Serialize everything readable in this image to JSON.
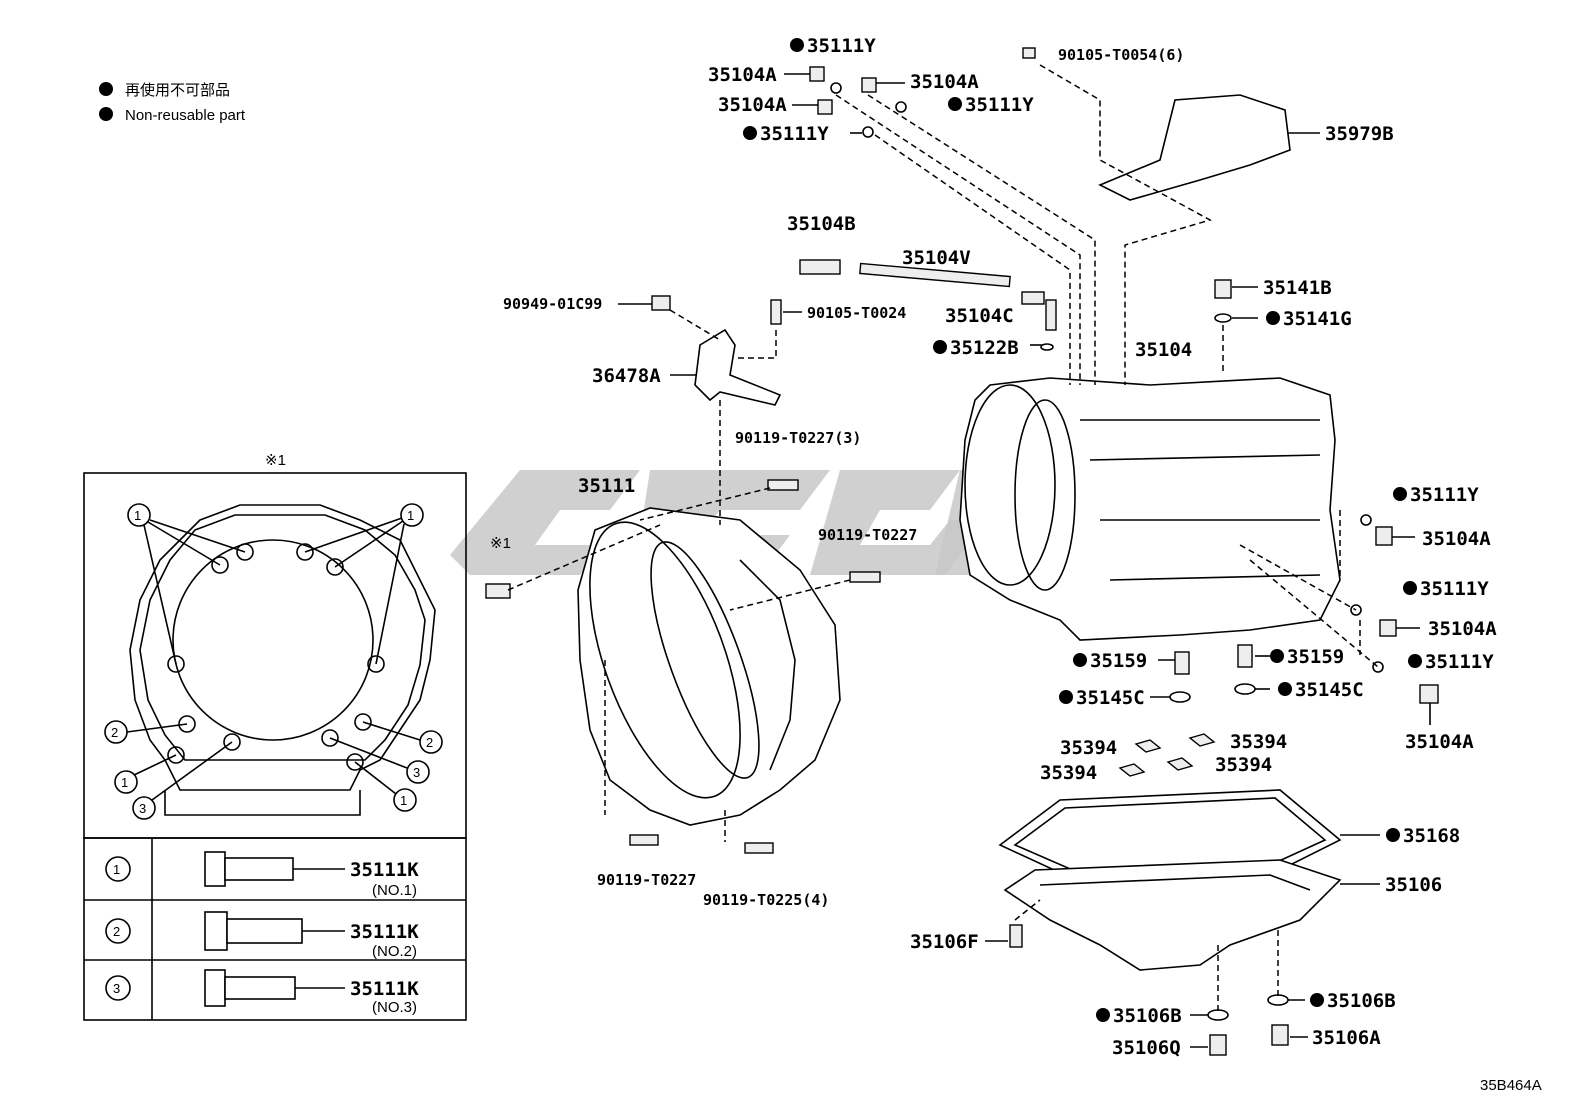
{
  "legend": {
    "jp": "再使用不可部品",
    "en": "Non-reusable part"
  },
  "inset": {
    "ref_mark": "※1",
    "rows": [
      {
        "num": "1",
        "part": "35111K",
        "sub": "(NO.1)"
      },
      {
        "num": "2",
        "part": "35111K",
        "sub": "(NO.2)"
      },
      {
        "num": "3",
        "part": "35111K",
        "sub": "(NO.3)"
      }
    ]
  },
  "labels": {
    "p35111Y_a": "35111Y",
    "p35104A_a": "35104A",
    "p35104A_b": "35104A",
    "p35104A_c": "35104A",
    "p35111Y_b": "35111Y",
    "p35111Y_c": "35111Y",
    "p90105_T0054": "90105-T0054(6)",
    "p35979B": "35979B",
    "p35104B": "35104B",
    "p35104V": "35104V",
    "p90949": "90949-01C99",
    "p90105_T0024": "90105-T0024",
    "p35104C": "35104C",
    "p35122B": "35122B",
    "p35104": "35104",
    "p35141B": "35141B",
    "p35141G": "35141G",
    "p36478A": "36478A",
    "p90119_T0227_3": "90119-T0227(3)",
    "p35111": "35111",
    "p90119_T0227_r": "90119-T0227",
    "p_mark1": "※1",
    "p35111Y_r1": "35111Y",
    "p35104A_r1": "35104A",
    "p35111Y_r2": "35111Y",
    "p35104A_r2": "35104A",
    "p35111Y_r3": "35111Y",
    "p35104A_r3": "35104A",
    "p35159_l": "35159",
    "p35159_r": "35159",
    "p35145C_l": "35145C",
    "p35145C_r": "35145C",
    "p35394_a": "35394",
    "p35394_b": "35394",
    "p35394_c": "35394",
    "p35394_d": "35394",
    "p35168": "35168",
    "p35106": "35106",
    "p35106F": "35106F",
    "p35106B_l": "35106B",
    "p35106B_r": "35106B",
    "p35106Q": "35106Q",
    "p35106A": "35106A",
    "p90119_T0227_b": "90119-T0227",
    "p90119_T0225": "90119-T0225(4)",
    "diagram_code": "35B464A"
  }
}
